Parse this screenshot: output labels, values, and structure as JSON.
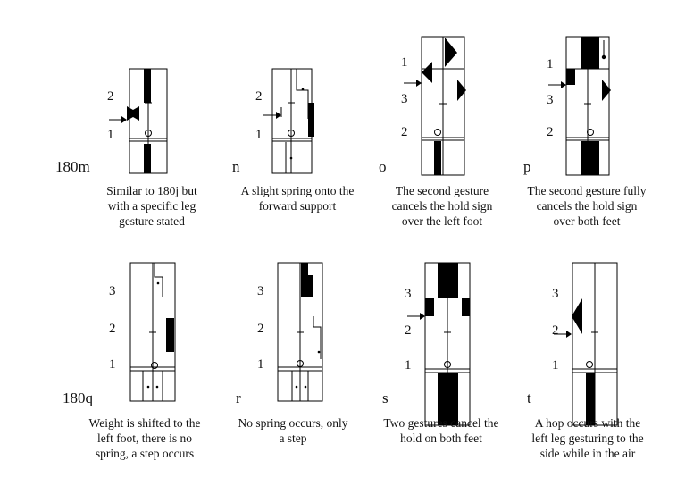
{
  "diagrams": [
    {
      "id": "180m",
      "label": "180m",
      "beats": [
        "2",
        "1"
      ],
      "caption": [
        "Similar to 180j but",
        "with a specific leg",
        "gesture stated"
      ]
    },
    {
      "id": "n",
      "label": "n",
      "beats": [
        "2",
        "1"
      ],
      "caption": [
        "A slight spring onto the",
        "forward support"
      ]
    },
    {
      "id": "o",
      "label": "o",
      "beats": [
        "1",
        "3",
        "2"
      ],
      "caption": [
        "The second gesture",
        "cancels the hold sign",
        "over the left foot"
      ]
    },
    {
      "id": "p",
      "label": "p",
      "beats": [
        "1",
        "3",
        "2"
      ],
      "caption": [
        "The second gesture fully",
        "cancels the hold sign",
        "over both feet"
      ]
    },
    {
      "id": "180q",
      "label": "180q",
      "beats": [
        "3",
        "2",
        "1"
      ],
      "caption": [
        "Weight is shifted to the",
        "left foot, there is no",
        "spring, a step occurs"
      ]
    },
    {
      "id": "r",
      "label": "r",
      "beats": [
        "3",
        "2",
        "1"
      ],
      "caption": [
        "No spring occurs, only",
        "a step"
      ]
    },
    {
      "id": "s",
      "label": "s",
      "beats": [
        "3",
        "2",
        "1"
      ],
      "caption": [
        "Two gestures cancel the",
        "hold on both feet"
      ]
    },
    {
      "id": "t",
      "label": "t",
      "beats": [
        "3",
        "2",
        "1"
      ],
      "caption": [
        "A hop occurs with the",
        "left leg gesturing to the",
        "side while in the air"
      ]
    }
  ]
}
